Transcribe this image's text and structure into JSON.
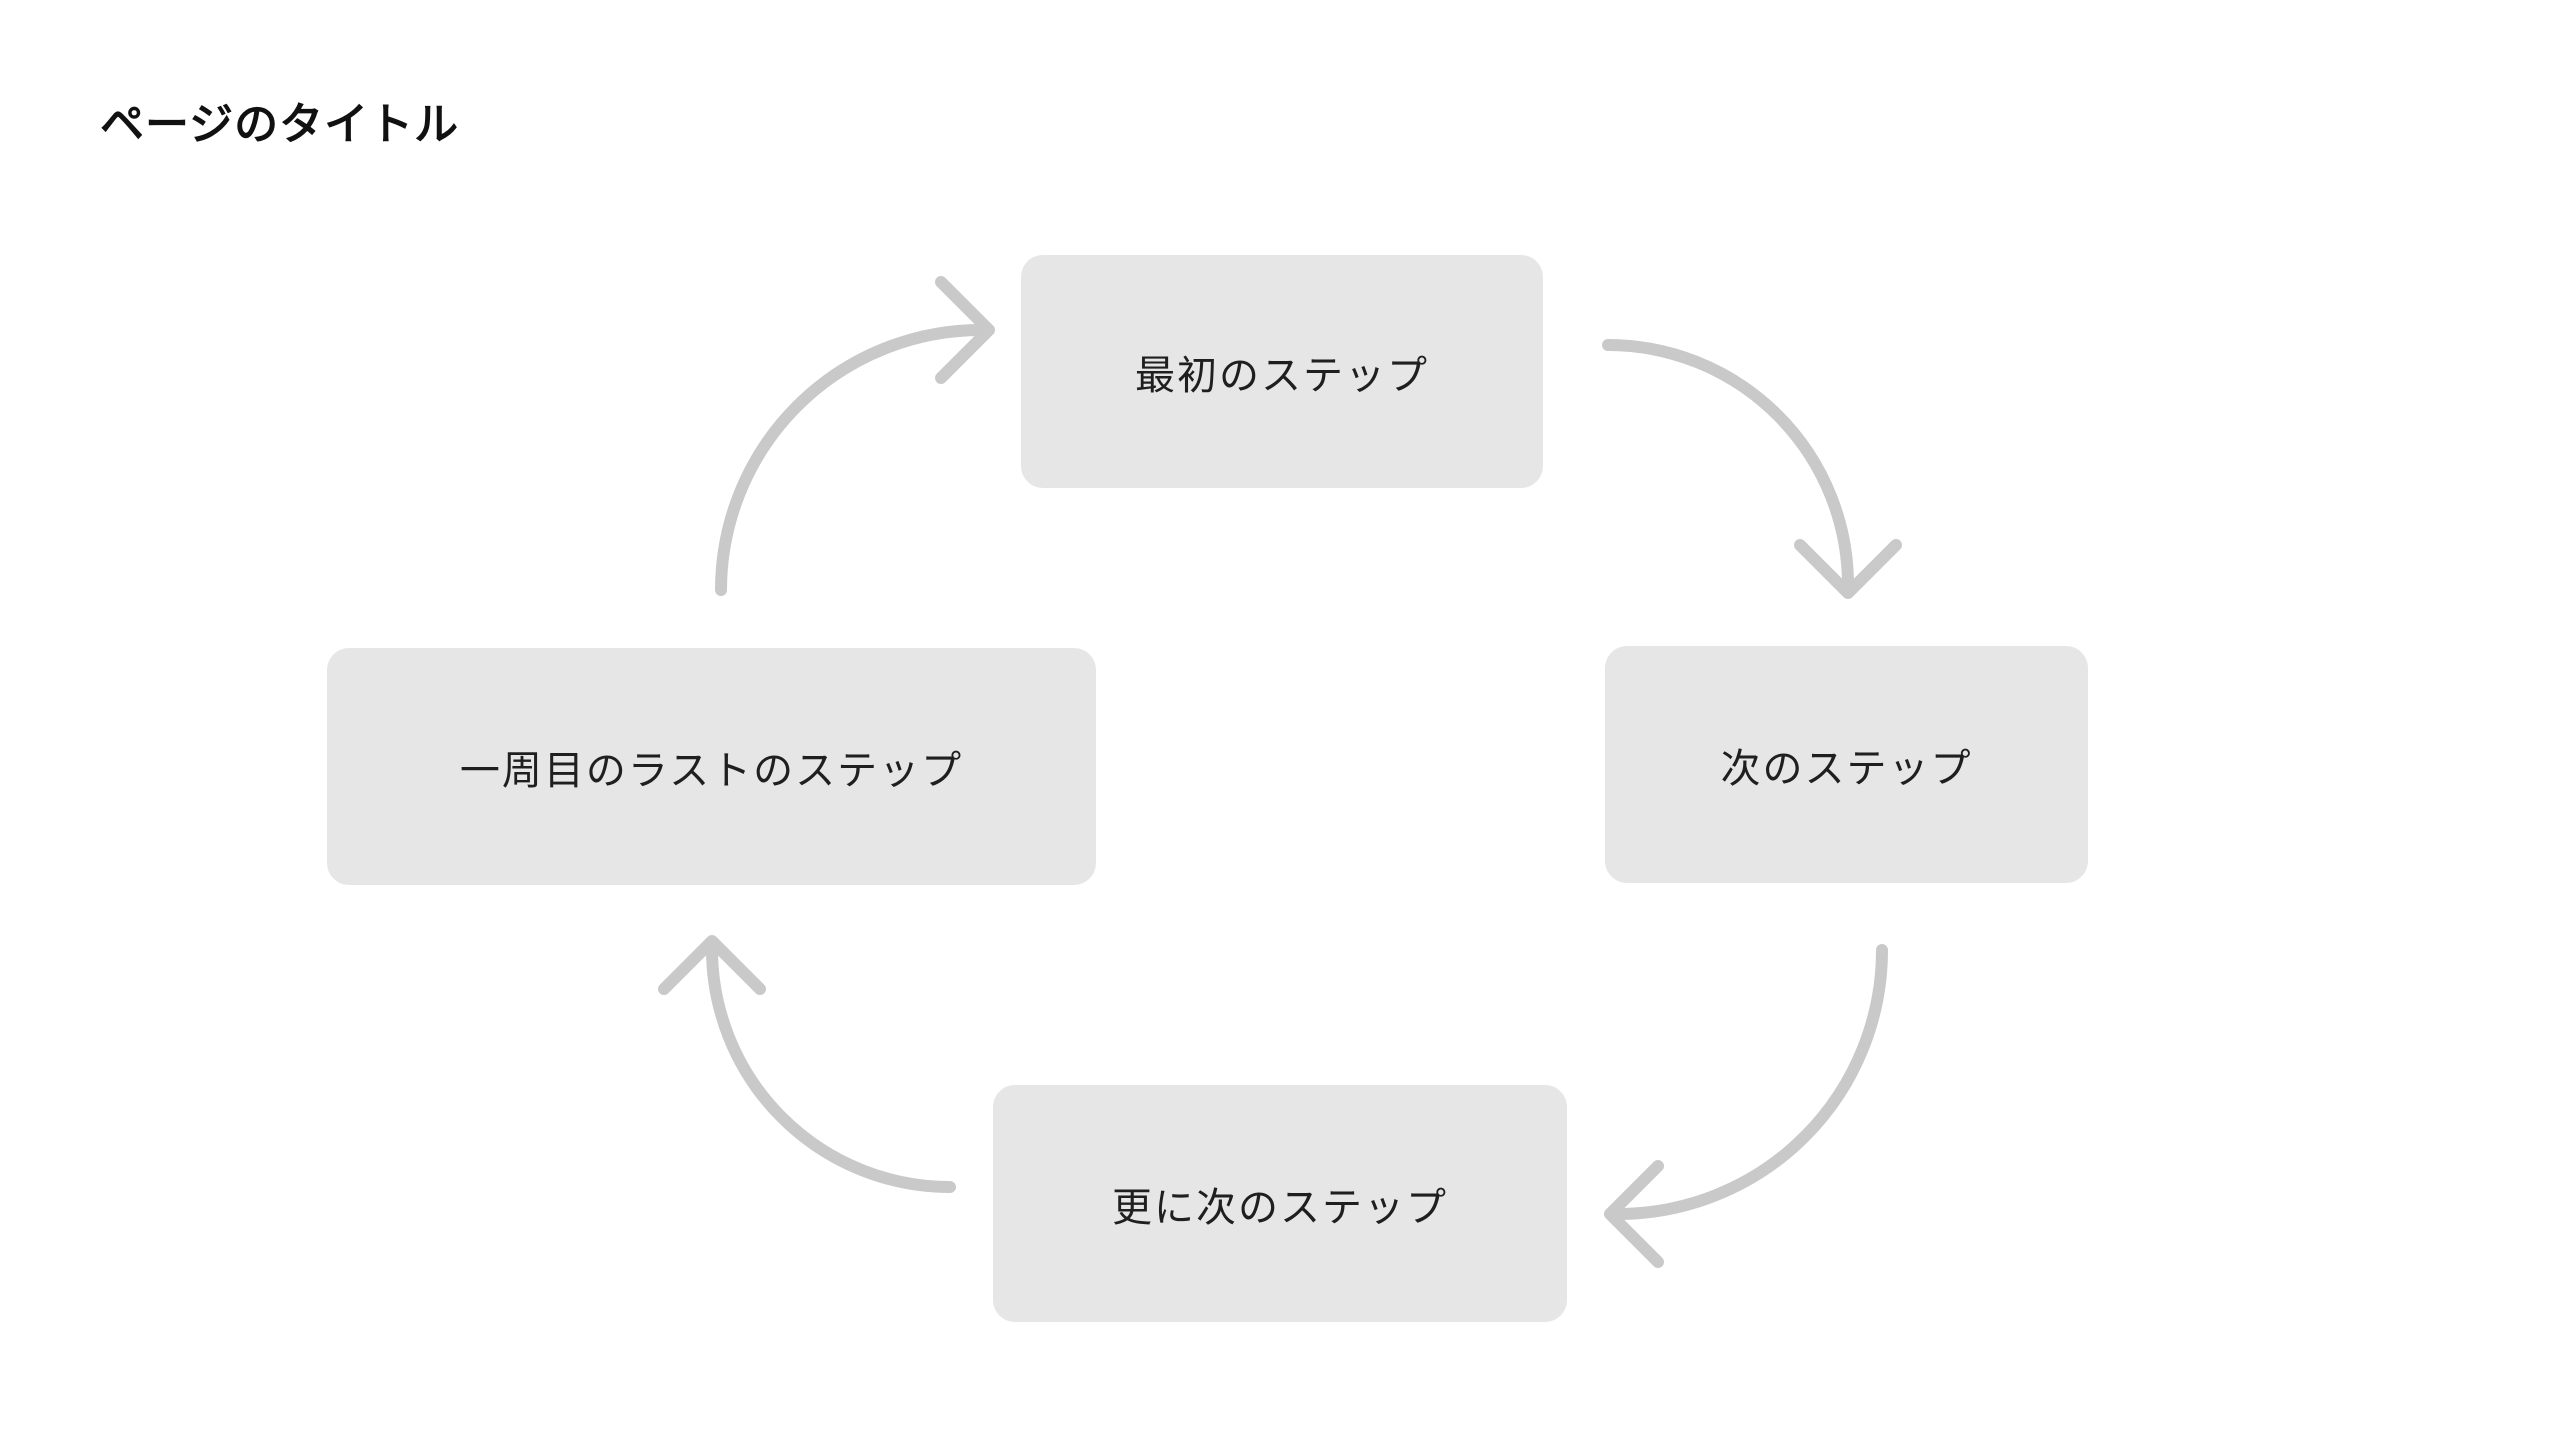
{
  "page": {
    "title": "ページのタイトル"
  },
  "diagram": {
    "type": "cycle",
    "nodes": [
      {
        "id": "first",
        "label": "最初のステップ",
        "position": "top"
      },
      {
        "id": "next",
        "label": "次のステップ",
        "position": "right"
      },
      {
        "id": "after-next",
        "label": "更に次のステップ",
        "position": "bottom"
      },
      {
        "id": "last",
        "label": "一周目のラストのステップ",
        "position": "left"
      }
    ],
    "edges": [
      {
        "from": "first",
        "to": "next",
        "direction": "clockwise"
      },
      {
        "from": "next",
        "to": "after-next",
        "direction": "clockwise"
      },
      {
        "from": "after-next",
        "to": "last",
        "direction": "clockwise"
      },
      {
        "from": "last",
        "to": "first",
        "direction": "clockwise"
      }
    ],
    "colors": {
      "background": "#ffffff",
      "title_text": "#111111",
      "node_fill": "#e6e6e6",
      "node_text": "#1f1f1f",
      "arrow": "#c9c9c9"
    }
  }
}
